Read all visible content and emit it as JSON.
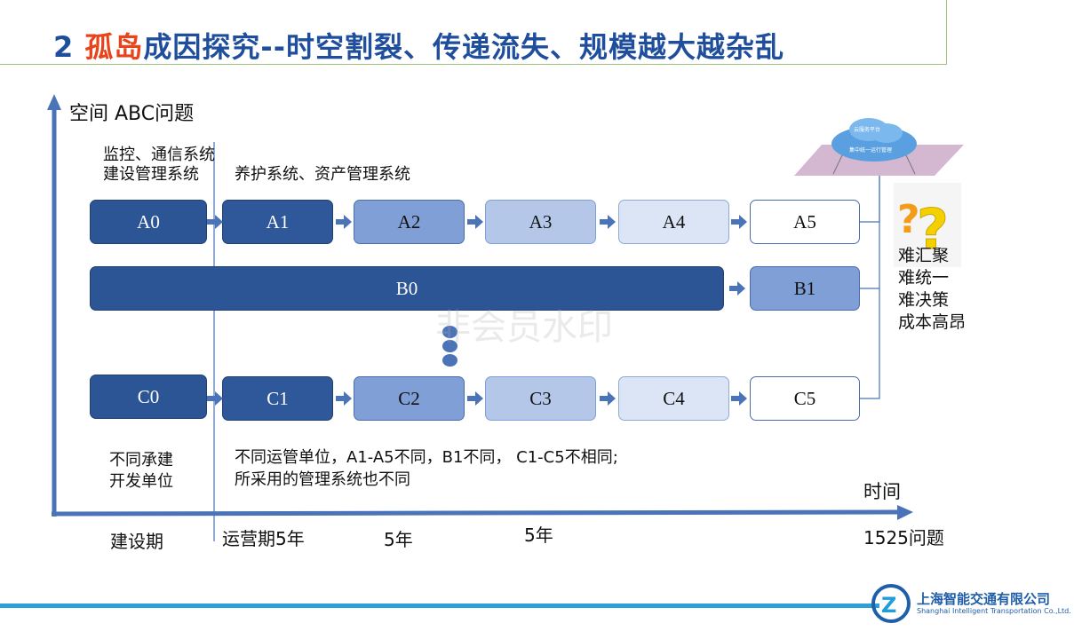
{
  "title": {
    "prefix": "2 ",
    "highlight": "孤岛",
    "rest": "成因探究--时空割裂、传递流失、规模越大越杂乱"
  },
  "axes": {
    "y_label": "空间 ABC问题",
    "x_label": "时间"
  },
  "top_labels": {
    "line1": "监控、通信系统",
    "line2": "建设管理系统",
    "right": "养护系统、资产管理系统"
  },
  "row_a": [
    "A0",
    "A1",
    "A2",
    "A3",
    "A4",
    "A5"
  ],
  "row_b": [
    "B0",
    "B1"
  ],
  "row_c": [
    "C0",
    "C1",
    "C2",
    "C3",
    "C4",
    "C5"
  ],
  "cloud": {
    "title": "云服务平台",
    "subtitle": "集中统一运行管理"
  },
  "problems": [
    "难汇聚",
    "难统一",
    "难决策",
    "成本高昂"
  ],
  "notes": {
    "left1": "不同承建",
    "left2": "开发单位",
    "main1": "不同运管单位，A1-A5不同，B1不同， C1-C5不相同;",
    "main2": "所采用的管理系统也不同"
  },
  "timeline": {
    "build": "建设期",
    "ops": "运营期5年",
    "p2": "5年",
    "p3": "5年",
    "end": "1525问题"
  },
  "watermark": "非会员水印",
  "company": {
    "cn": "上海智能交通有限公司",
    "en": "Shanghai Intelligent Transportation Co.,Ltd."
  },
  "colors": {
    "title": "#1f4e9c",
    "highlight": "#e8431b",
    "axis": "#4a73b8",
    "dark_box": "#2c5596"
  }
}
